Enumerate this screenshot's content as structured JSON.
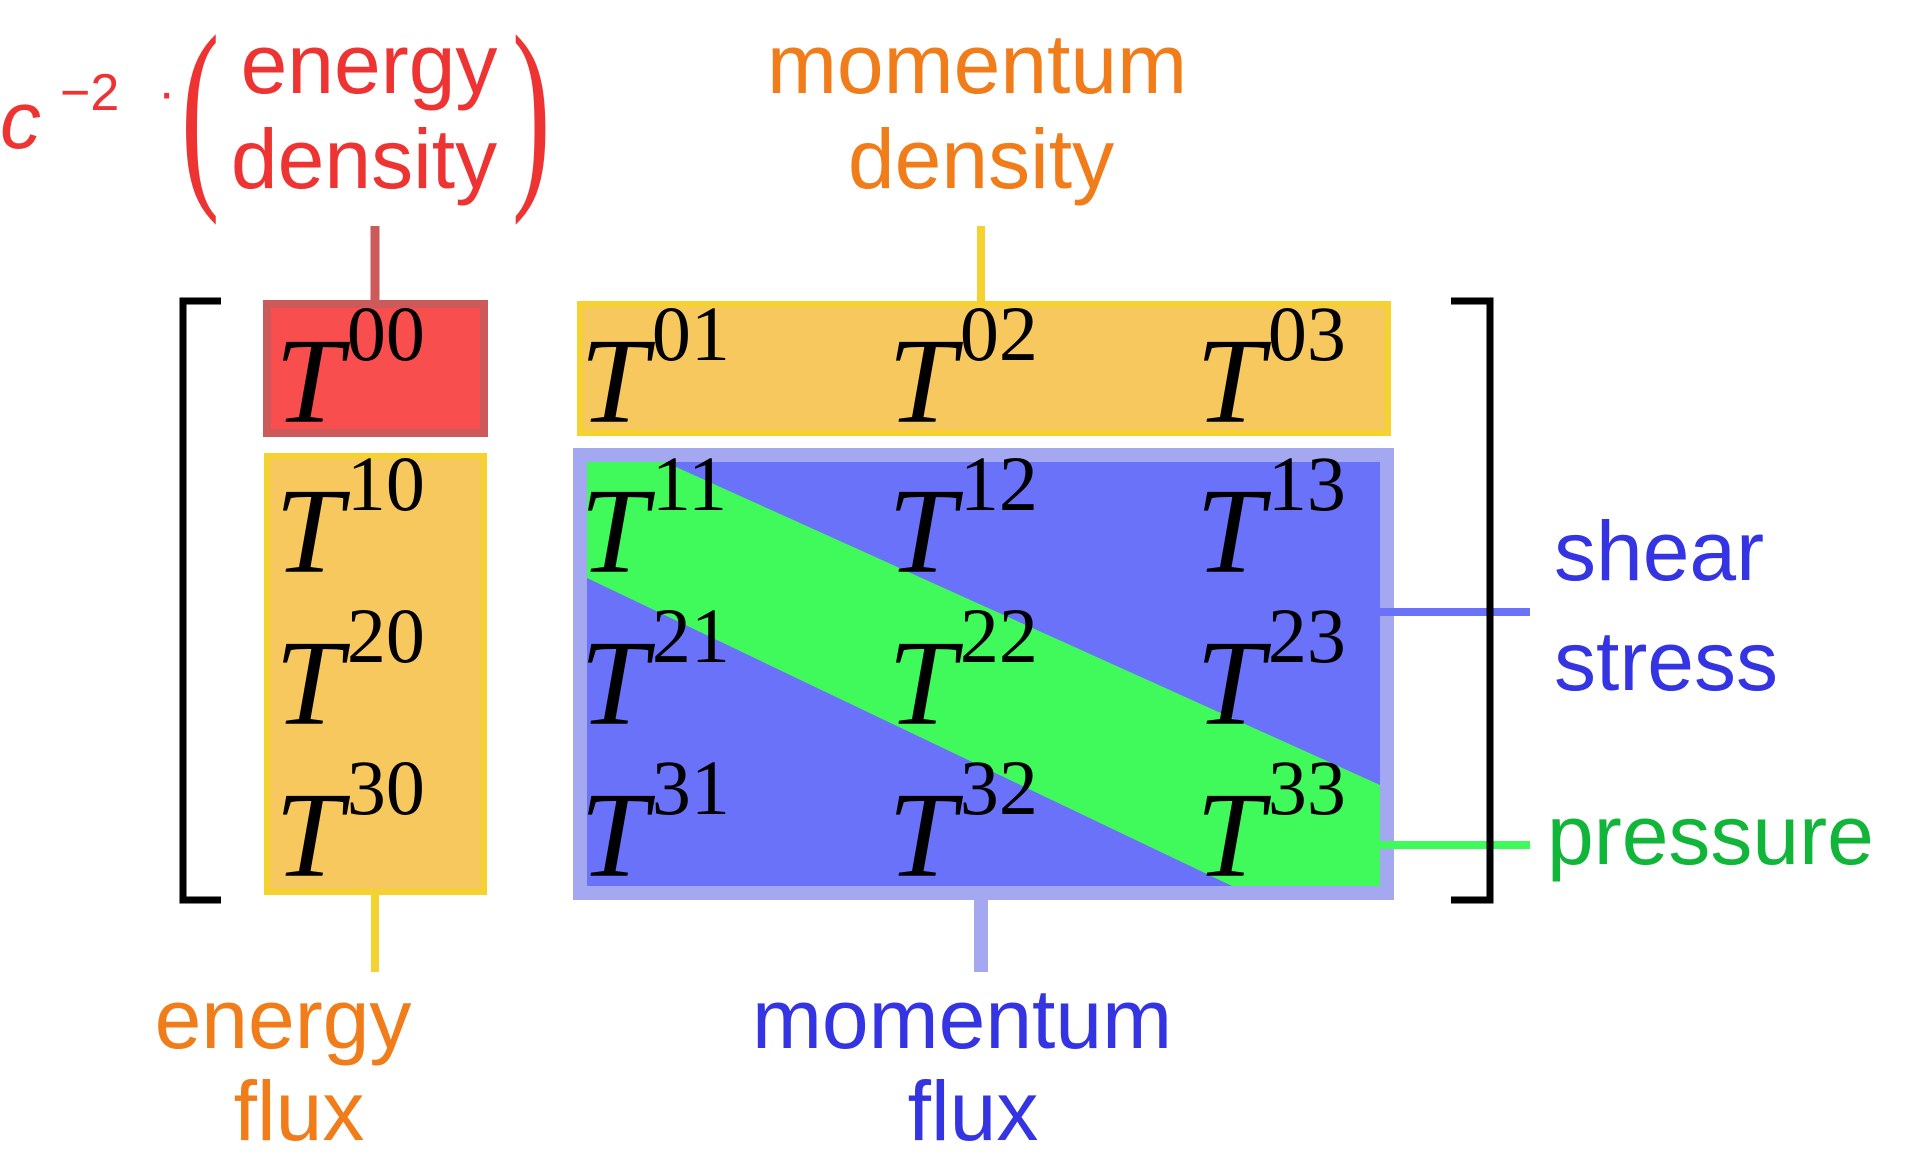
{
  "labels": {
    "energy_density": {
      "prefix_symbol": "c",
      "prefix_exponent": "−2",
      "prefix_dot": "·",
      "open_paren": "(",
      "close_paren": ")",
      "line1": "energy",
      "line2": "density"
    },
    "momentum_density": {
      "line1": "momentum",
      "line2": "density"
    },
    "shear_stress": {
      "line1": "shear",
      "line2": "stress"
    },
    "pressure": "pressure",
    "energy_flux": {
      "line1": "energy",
      "line2": "flux"
    },
    "momentum_flux": {
      "line1": "momentum",
      "line2": "flux"
    }
  },
  "matrix": {
    "symbol": "T",
    "rows": [
      [
        "00",
        "01",
        "02",
        "03"
      ],
      [
        "10",
        "11",
        "12",
        "13"
      ],
      [
        "20",
        "21",
        "22",
        "23"
      ],
      [
        "30",
        "31",
        "32",
        "33"
      ]
    ]
  },
  "colors": {
    "energy_density_fill": "#f94e4e",
    "energy_density_border": "#cc5a5a",
    "energy_density_text": "#ee3333",
    "orange_fill": "#f7c85e",
    "orange_border": "#f5d230",
    "orange_text": "#f07c1a",
    "momentum_flux_fill": "#6a72f9",
    "momentum_flux_border": "#a3a8f0",
    "momentum_flux_text": "#3434e3",
    "pressure_green": "#40f95a",
    "pressure_text": "#11b53a",
    "bracket": "#000000"
  }
}
